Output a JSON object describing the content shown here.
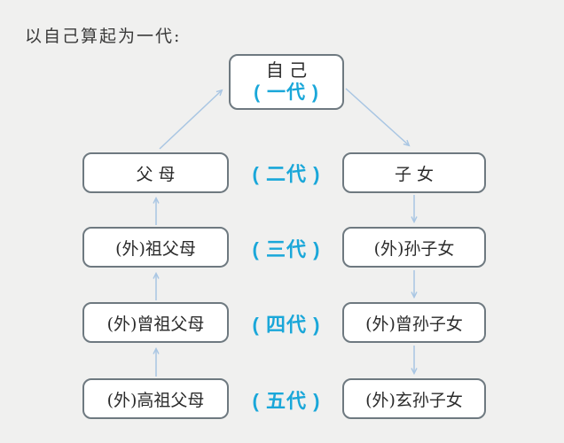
{
  "title": "以自己算起为一代:",
  "colors": {
    "background": "#f0f0ef",
    "accent_cyan": "#1aa7d9",
    "box_border": "#6e7980",
    "box_fill": "#ffffff",
    "arrow": "#a9c6e3",
    "text": "#2b2b2b"
  },
  "self_box": {
    "name": "自 己",
    "generation": "( 一代 )"
  },
  "rows": [
    {
      "left": "父 母",
      "generation": "( 二代 )",
      "right": "子 女"
    },
    {
      "left": "(外)祖父母",
      "generation": "( 三代 )",
      "right": "(外)孙子女"
    },
    {
      "left": "(外)曾祖父母",
      "generation": "( 四代 )",
      "right": "(外)曾孙子女"
    },
    {
      "left": "(外)高祖父母",
      "generation": "( 五代 )",
      "right": "(外)玄孙子女"
    }
  ]
}
